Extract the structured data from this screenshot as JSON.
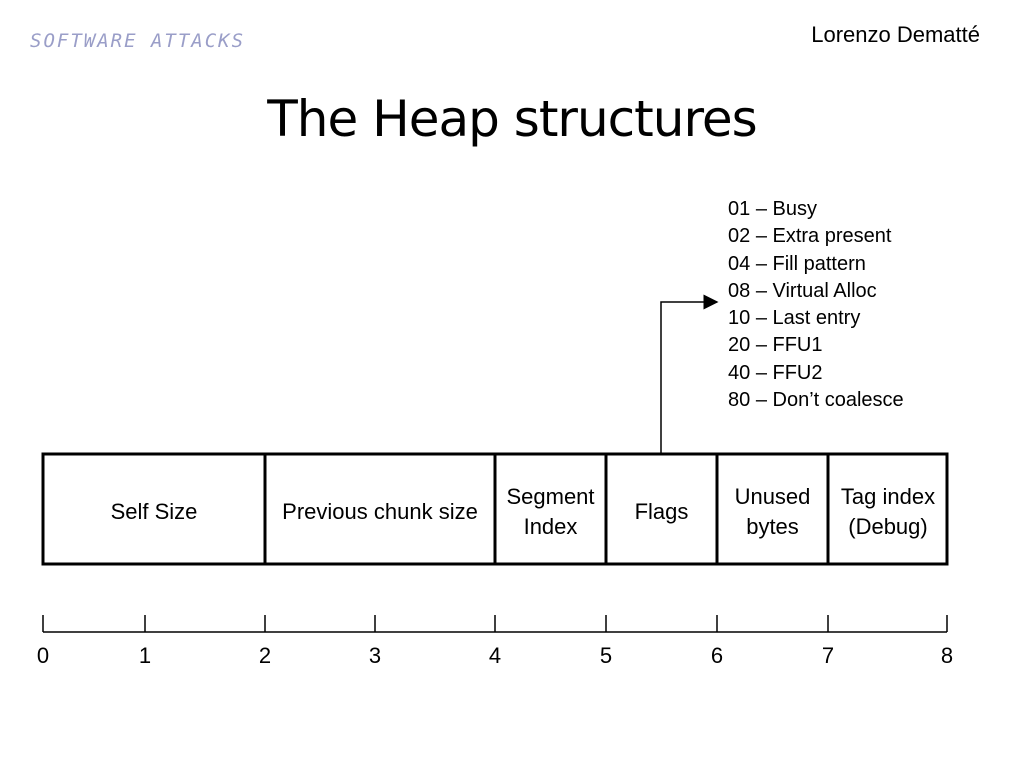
{
  "header": {
    "logo_text": "SOFTWARE ATTACKS",
    "author": "Lorenzo Dematté",
    "title": "The Heap structures"
  },
  "flags_legend": [
    {
      "code": "01",
      "label": "Busy"
    },
    {
      "code": "02",
      "label": "Extra present"
    },
    {
      "code": "04",
      "label": "Fill pattern"
    },
    {
      "code": "08",
      "label": "Virtual Alloc"
    },
    {
      "code": "10",
      "label": "Last entry"
    },
    {
      "code": "20",
      "label": "FFU1"
    },
    {
      "code": "40",
      "label": "FFU2"
    },
    {
      "code": "80",
      "label": "Don’t coalesce"
    }
  ],
  "flags_separator": "–",
  "structure_fields": [
    {
      "label": "Self Size",
      "start": 0,
      "end": 2
    },
    {
      "label": "Previous chunk size",
      "start": 2,
      "end": 4
    },
    {
      "label": "Segment Index",
      "start": 4,
      "end": 5
    },
    {
      "label": "Flags",
      "start": 5,
      "end": 6
    },
    {
      "label": "Unused bytes",
      "start": 6,
      "end": 7
    },
    {
      "label": "Tag index (Debug)",
      "start": 7,
      "end": 8
    }
  ],
  "byte_axis": [
    "0",
    "1",
    "2",
    "3",
    "4",
    "5",
    "6",
    "7",
    "8"
  ],
  "colors": {
    "logo": "#9a9ec8",
    "stroke": "#000000"
  }
}
